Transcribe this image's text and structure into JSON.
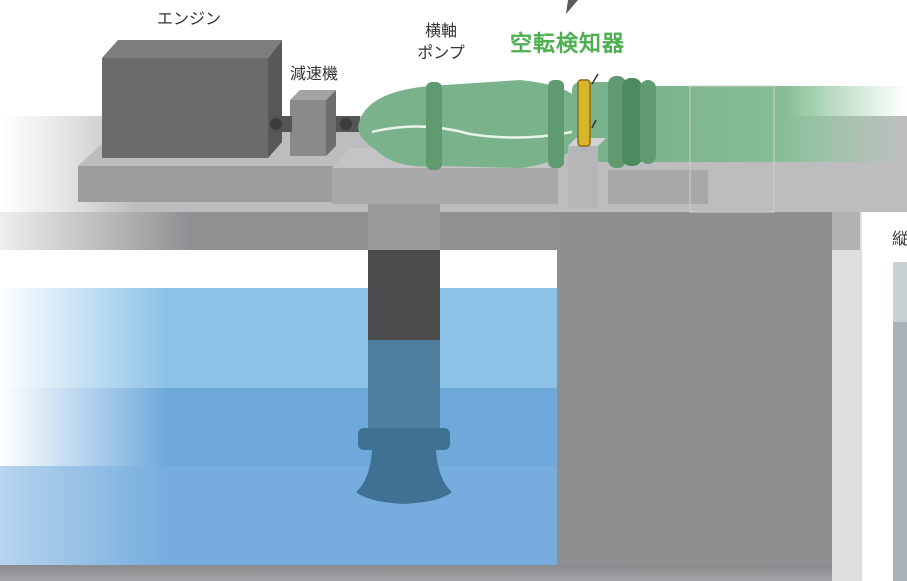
{
  "labels": {
    "engine": "エンジン",
    "reducer": "減速機",
    "pump_line1": "横軸",
    "pump_line2": "ポンプ",
    "detector": "空転検知器",
    "side_partial": "縦"
  },
  "colors": {
    "accent": "#4caf50",
    "pump": "#7ab28c",
    "water": "#8cc2e6",
    "machinery": "#6b6b6e",
    "concrete": "#8f8f92",
    "sensor": "#d9b52a"
  }
}
